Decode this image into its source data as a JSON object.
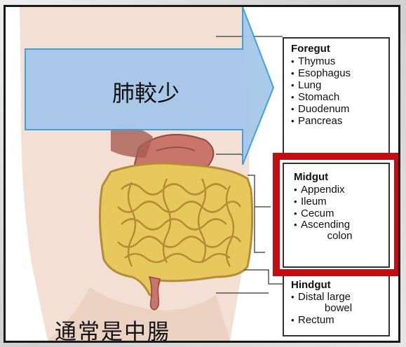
{
  "arrow": {
    "text": "肺較少",
    "fill": "#a7c8ea",
    "stroke": "#3aa0d8"
  },
  "caption": "通常是中腸",
  "foregut": {
    "title": "Foregut",
    "items": [
      "Thymus",
      "Esophagus",
      "Lung",
      "Stomach",
      "Duodenum",
      "Pancreas"
    ]
  },
  "midgut": {
    "title": "Midgut",
    "items": [
      "Appendix",
      "Ileum",
      "Cecum"
    ],
    "last_line1": "Ascending",
    "last_line2": "colon"
  },
  "hindgut": {
    "title": "Hindgut",
    "item1_line1": "Distal large",
    "item1_line2": "bowel",
    "item2": "Rectum"
  },
  "colors": {
    "highlight": "#c30d10",
    "skin": "#f3dfd3",
    "intestine": "#e7c85c"
  }
}
